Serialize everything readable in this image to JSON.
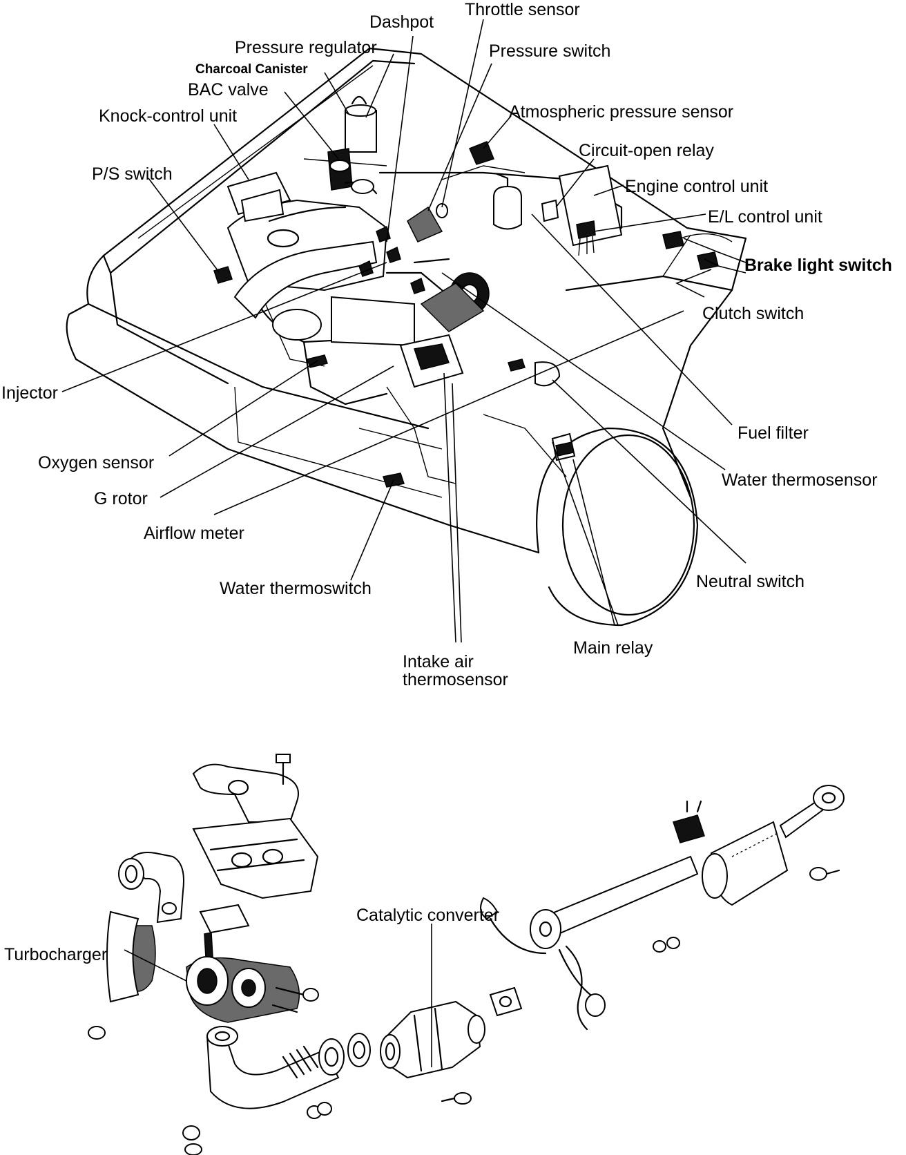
{
  "engine_compartment": {
    "labels": {
      "throttle_sensor": "Throttle sensor",
      "dashpot": "Dashpot",
      "pressure_regulator": "Pressure regulator",
      "pressure_switch": "Pressure switch",
      "charcoal_canister": "Charcoal Canister",
      "bac_valve": "BAC valve",
      "knock_control_unit": "Knock-control unit",
      "atmospheric_pressure_sensor": "Atmospheric pressure sensor",
      "circuit_open_relay": "Circuit-open relay",
      "ps_switch": "P/S switch",
      "engine_control_unit": "Engine control unit",
      "el_control_unit": "E/L control unit",
      "brake_light_switch": "Brake light switch",
      "clutch_switch": "Clutch switch",
      "injector": "Injector",
      "fuel_filter": "Fuel filter",
      "oxygen_sensor": "Oxygen sensor",
      "water_thermosensor": "Water thermosensor",
      "g_rotor": "G rotor",
      "airflow_meter": "Airflow meter",
      "neutral_switch": "Neutral switch",
      "water_thermoswitch": "Water thermoswitch",
      "main_relay": "Main relay",
      "intake_air_line1": "Intake air",
      "intake_air_line2": "thermosensor"
    }
  },
  "exhaust_system": {
    "labels": {
      "catalytic_converter": "Catalytic converter",
      "turbocharger": "Turbocharger"
    }
  }
}
